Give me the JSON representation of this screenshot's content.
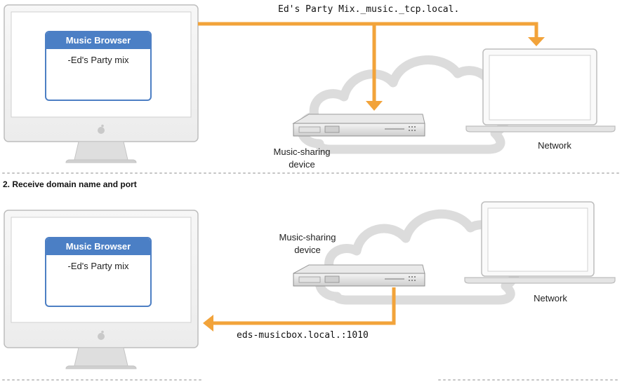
{
  "step1": {
    "service_name": "Ed's Party Mix._music._tcp.local.",
    "browser_title": "Music Browser",
    "browser_item": "-Ed's Party mix",
    "device_label_line1": "Music-sharing",
    "device_label_line2": "device",
    "network_label": "Network"
  },
  "step2": {
    "title": "2. Receive domain name and port",
    "browser_title": "Music Browser",
    "browser_item": "-Ed's Party mix",
    "device_label_line1": "Music-sharing",
    "device_label_line2": "device",
    "network_label": "Network",
    "host_port": "eds-musicbox.local.:1010"
  },
  "colors": {
    "arrow": "#f2a33a",
    "header_blue": "#4b7fc5",
    "gray_stroke": "#c8c8c8",
    "cloud": "#d9d9d9"
  },
  "icons": [
    "desktop-computer-icon",
    "apple-logo-icon",
    "cloud-icon",
    "server-icon",
    "laptop-icon",
    "arrow-icon"
  ]
}
